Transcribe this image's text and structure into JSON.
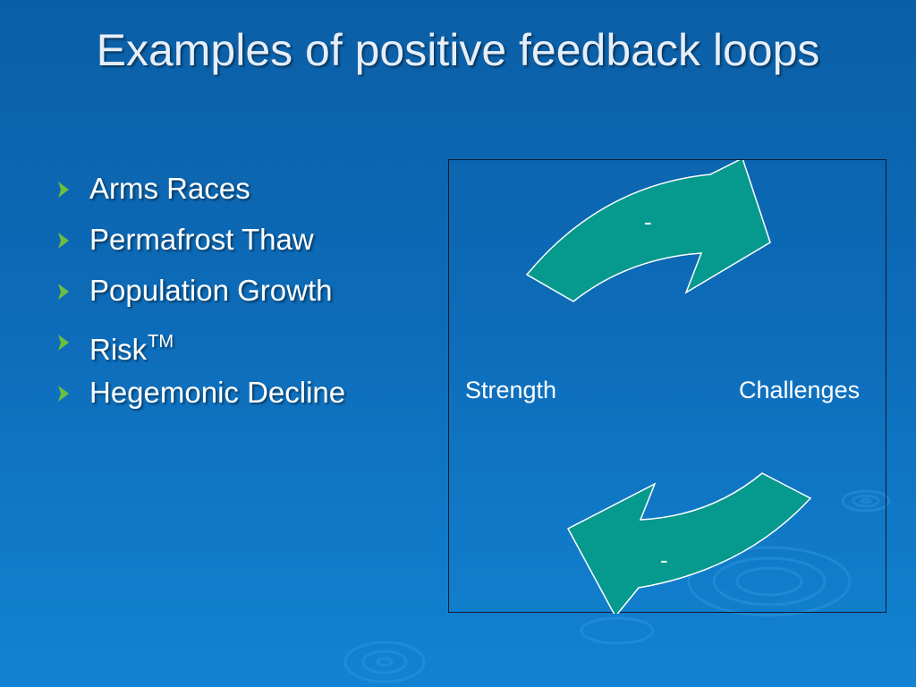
{
  "slide": {
    "title": "Examples of positive feedback loops",
    "background_color": "#0d6bb8",
    "text_color": "#ffffff",
    "bullet_icon": "chevron-arrow-icon",
    "bullet_color": "#6dbd3f"
  },
  "bullets": [
    {
      "text": "Arms Races"
    },
    {
      "text": "Permafrost Thaw"
    },
    {
      "text": "Population Growth"
    },
    {
      "text": "Risk",
      "superscript": "TM"
    },
    {
      "text": "Hegemonic Decline"
    }
  ],
  "diagram": {
    "arrow_color": "#06998e",
    "arrow_outline": "#ffffff",
    "left_node": "Strength",
    "right_node": "Challenges",
    "top_arrow_sign": "-",
    "bottom_arrow_sign": "-"
  }
}
